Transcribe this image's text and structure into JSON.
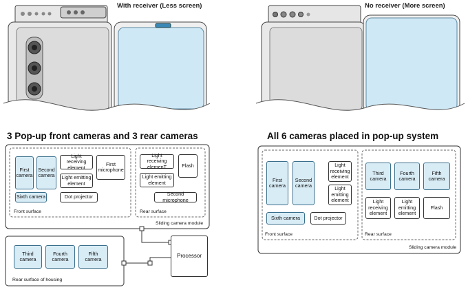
{
  "top_left_header": "With receiver (Less screen)",
  "top_right_header": "No receiver (More screen)",
  "left_title": "3 Pop-up front cameras and 3 rear cameras",
  "right_title": "All 6 cameras placed in pop-up system",
  "left_diagram": {
    "first_camera": "First\ncamera",
    "second_camera": "Second\ncamera",
    "light_receiving": "Light receiving\nelement",
    "light_emitting": "Light emitting\nelement",
    "first_microphone": "First\nmicrophone",
    "sixth_camera": "Sixth camera",
    "dot_projector": "Dot projector",
    "front_surface": "Front surface",
    "rear_light_receiving": "Light receiving\nelemenT",
    "rear_light_emitting": "Light emitting\nelement",
    "flash": "Flash",
    "second_microphone": "Second microphone",
    "rear_surface": "Rear surface",
    "sliding_module": "Sliding camera module",
    "third_camera": "Third\ncamera",
    "fourth_camera": "Fourth\ncamera",
    "fifth_camera": "Fifth\ncamera",
    "rear_housing": "Rear surface of housing",
    "processor": "Processor"
  },
  "right_diagram": {
    "first_camera": "First\ncamera",
    "second_camera": "Second\ncamera",
    "light_receiving": "Light\nreceiving\nelement",
    "light_emitting": "Light\nemitting\nelement",
    "sixth_camera": "Sixth camera",
    "dot_projector": "Dot projector",
    "front_surface": "Front surface",
    "third_camera": "Third\ncamera",
    "fourth_camera": "Fourth\ncamera",
    "fifth_camera": "Fifth\ncamera",
    "rear_light_receiving": "Light\nreceiving\nelement",
    "rear_light_emitting": "Light\nemitting\nelement",
    "flash": "Flash",
    "rear_surface": "Rear surface",
    "sliding_module": "Sliding camera module"
  }
}
